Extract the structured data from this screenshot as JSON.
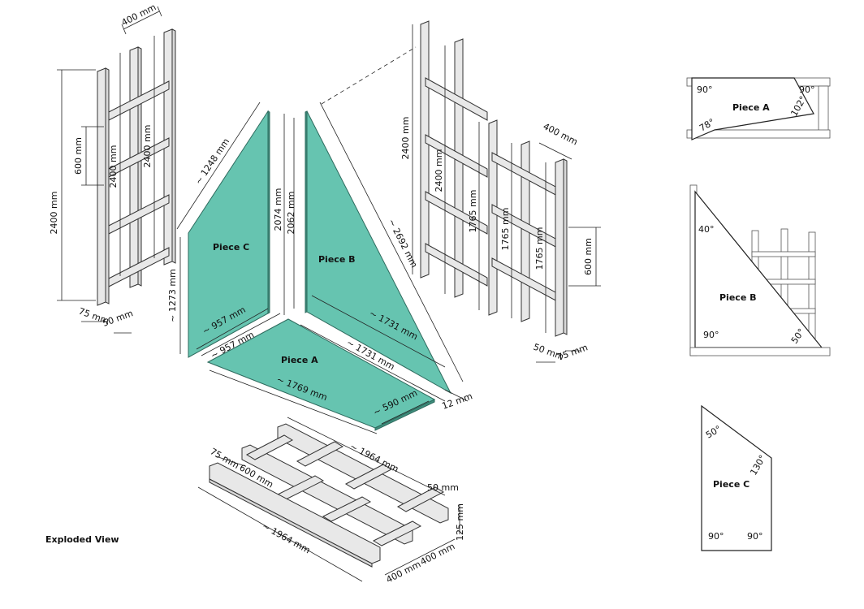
{
  "title": "Exploded View",
  "pieces": {
    "a": "Piece A",
    "b": "Piece B",
    "c": "Piece C"
  },
  "dims": {
    "left_width": "400 mm",
    "left_height": "2400 mm",
    "left_spacing": "600 mm",
    "left_post1": "2400 mm",
    "left_post2": "2400 mm",
    "left_depth": "75 mm",
    "left_thick": "50 mm",
    "c_top": "~ 1248 mm",
    "c_side": "~ 1273 mm",
    "c_bottom": "~ 957 mm",
    "a_edge1": "~ 957 mm",
    "a_edge2": "~ 1731 mm",
    "a_front": "~ 1769 mm",
    "a_side": "~ 590 mm",
    "b_h1": "2074 mm",
    "b_h2": "2062 mm",
    "b_hyp": "~ 2692 mm",
    "b_bottom": "~ 1731 mm",
    "panel_thick": "12 mm",
    "right_height": "2400 mm",
    "right_post": "2400 mm",
    "right_width": "400 mm",
    "right_h1": "1765 mm",
    "right_h2": "1765 mm",
    "right_h3": "1765 mm",
    "right_spacing": "600 mm",
    "right_thick": "50 mm",
    "right_depth": "75 mm",
    "base_length_top": "~ 1964 mm",
    "base_length_bottom": "~ 1964 mm",
    "base_depth": "75 mm",
    "base_spacing": "600 mm",
    "base_thick": "50 mm",
    "base_height": "125 mm",
    "base_w1": "400 mm",
    "base_w2": "400 mm"
  },
  "angles": {
    "a_tl": "90°",
    "a_tr": "90°",
    "a_bl": "78°",
    "a_br": "102°",
    "b_top": "40°",
    "b_bl": "90°",
    "b_br": "50°",
    "c_tl": "50°",
    "c_tr": "130°",
    "c_bl": "90°",
    "c_br": "90°"
  },
  "colors": {
    "panel": "#66c4b0",
    "wood": "#e8e8e8"
  }
}
